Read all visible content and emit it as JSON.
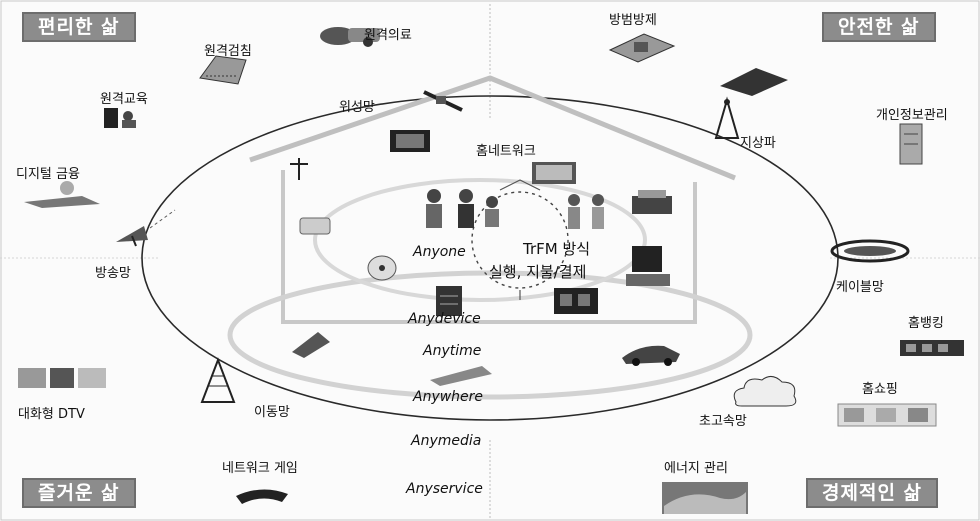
{
  "corners": {
    "top_left": "편리한 삶",
    "top_right": "안전한 삶",
    "bottom_left": "즐거운 삶",
    "bottom_right": "경제적인 삶"
  },
  "services": {
    "remote_medical": "원격의료",
    "remote_checkup": "원격검침",
    "remote_education": "원격교육",
    "digital_finance": "디지털 금융",
    "broadcast_network": "방송망",
    "satellite_network": "위성망",
    "home_network": "홈네트워크",
    "crime_prevention": "방범방제",
    "personal_info": "개인정보관리",
    "terrestrial": "지상파",
    "cable_network": "케이블망",
    "home_banking": "홈뱅킹",
    "home_shopping": "홈쇼핑",
    "high_speed_network": "초고속망",
    "energy_management": "에너지 관리",
    "network_game": "네트워크 게임",
    "interactive_dtv": "대화형 DTV",
    "mobile_network": "이동망"
  },
  "center": {
    "line1": "TrFM 방식",
    "line2": "실행, 지불/결제"
  },
  "any": {
    "anyone": "Anyone",
    "anydevice": "Anydevice",
    "anytime": "Anytime",
    "anywhere": "Anywhere",
    "anymedia": "Anymedia",
    "anyservice": "Anyservice"
  }
}
